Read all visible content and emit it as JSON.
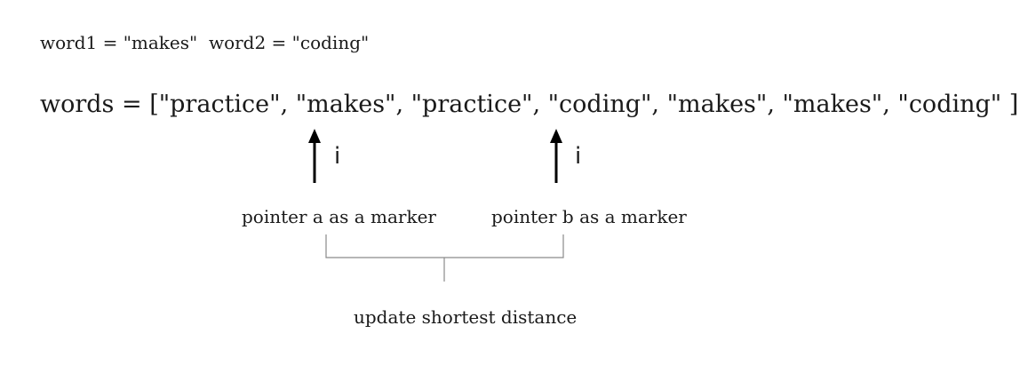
{
  "header": {
    "word1": "word1 = \"makes\"",
    "word2": "word2 = \"coding\""
  },
  "array": {
    "text": "words = [\"practice\", \"makes\", \"practice\", \"coding\", \"makes\", \"makes\", \"coding\" ]"
  },
  "pointers": [
    {
      "index_label": "i",
      "caption": "pointer a as a marker"
    },
    {
      "index_label": "i",
      "caption": "pointer b as a marker"
    }
  ],
  "result": {
    "caption": "update shortest distance"
  },
  "colors": {
    "ink": "#1a1a1a",
    "line": "#8a8a8a",
    "background": "#ffffff"
  }
}
